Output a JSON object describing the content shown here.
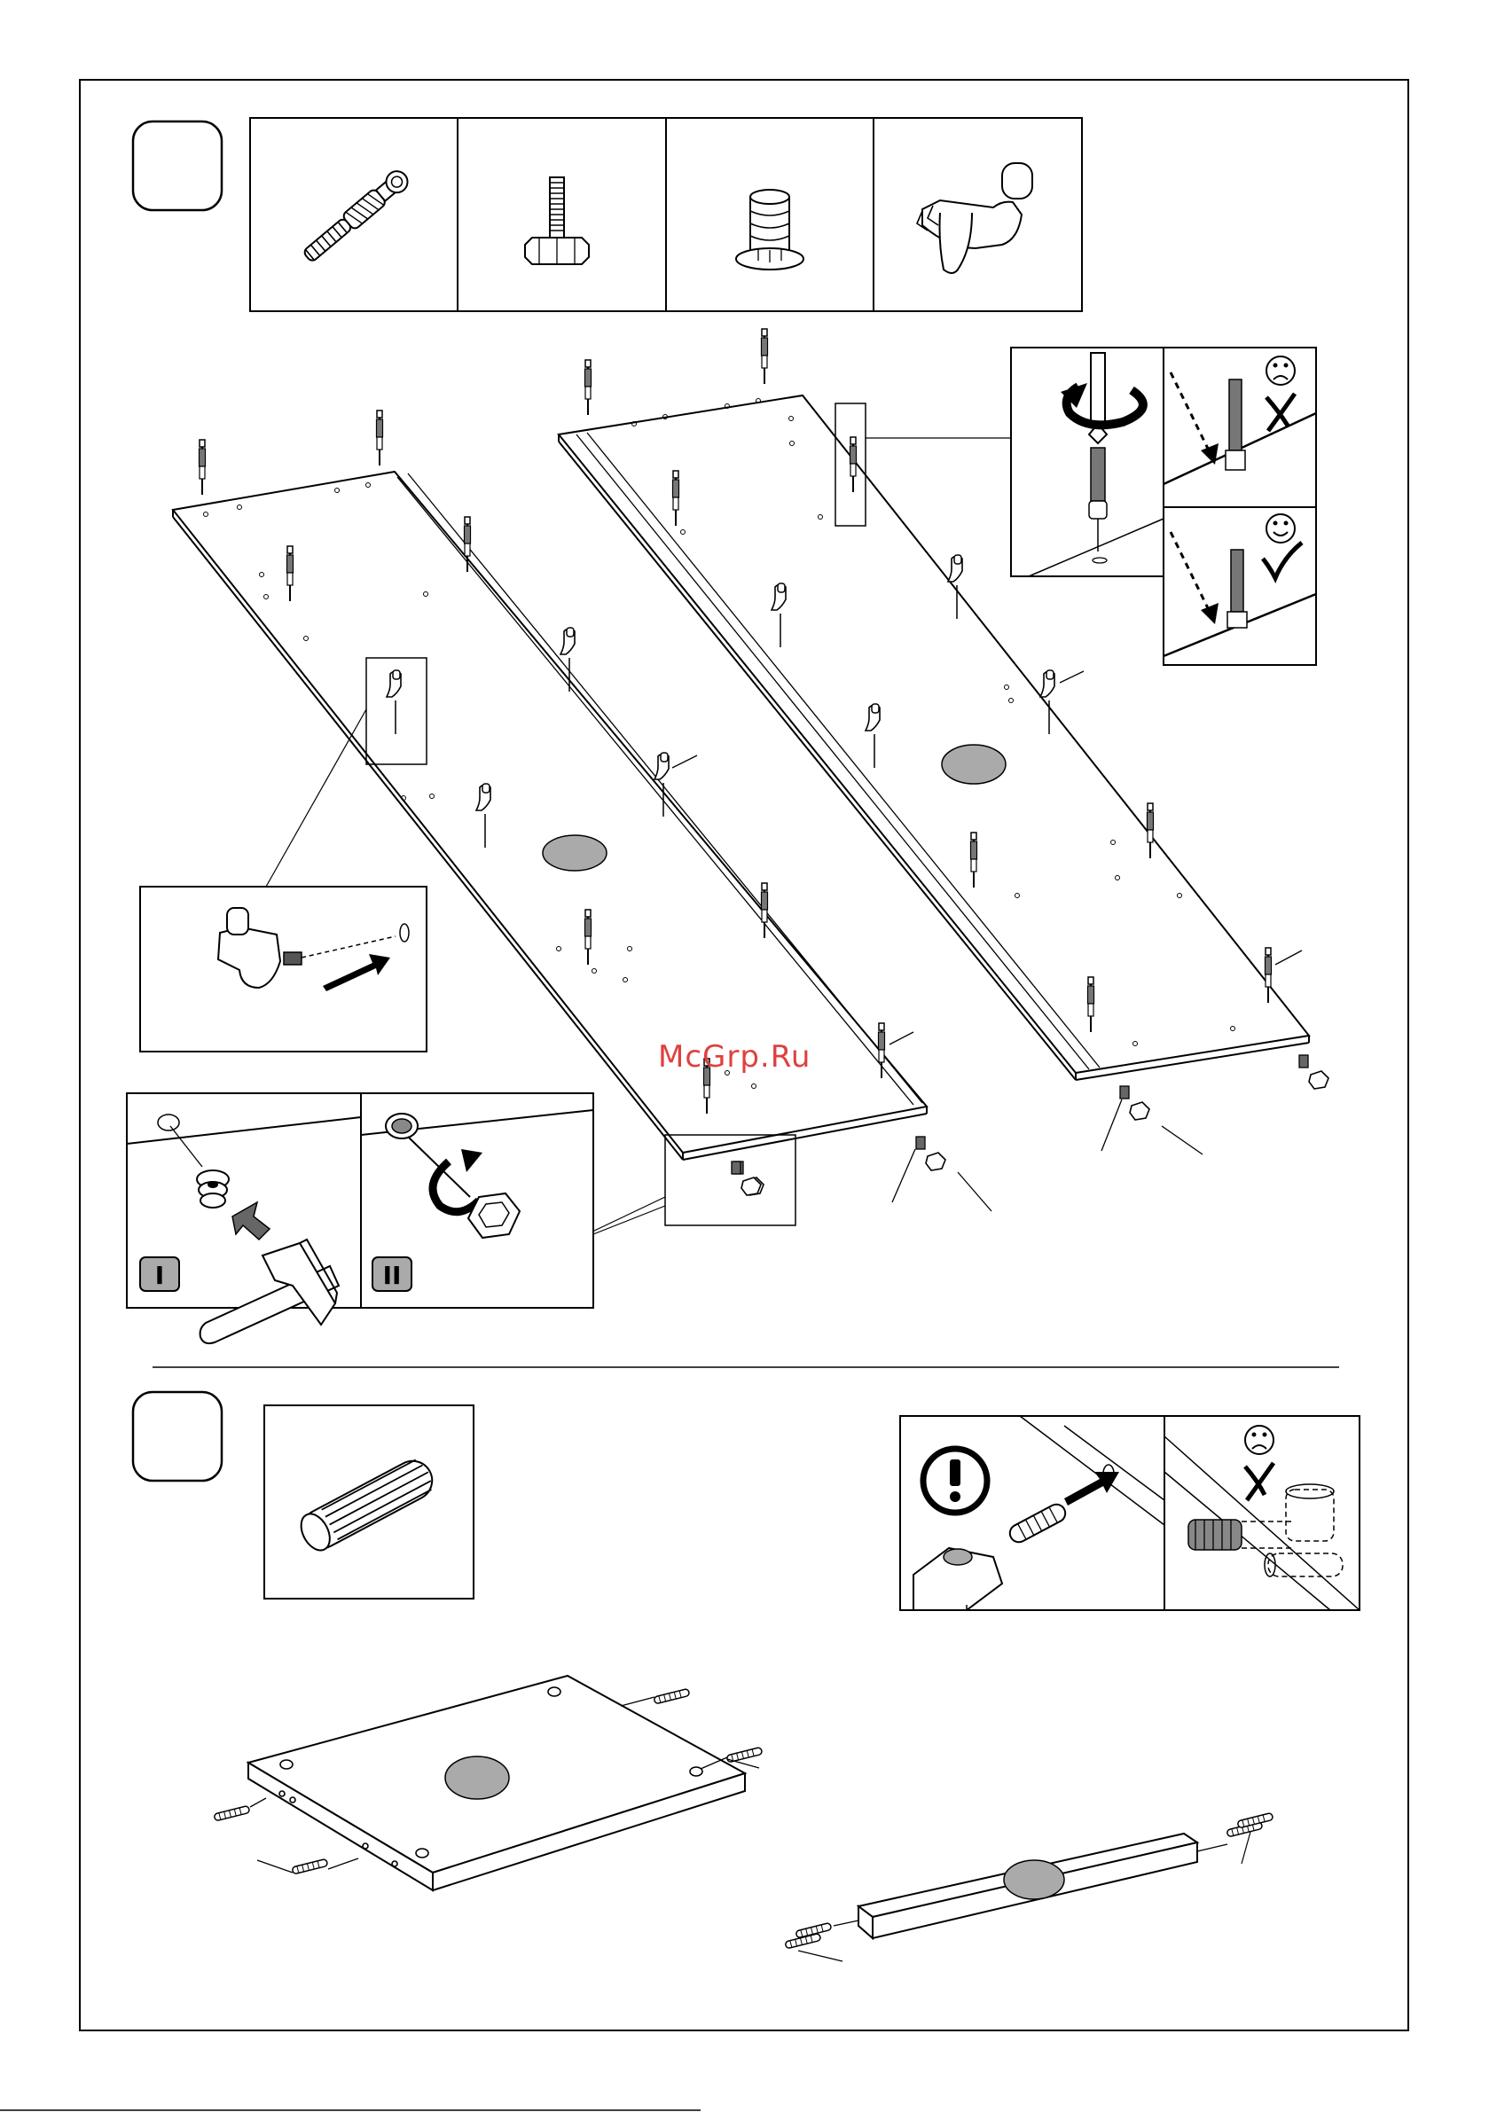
{
  "watermark": {
    "text": "McGrp.Ru"
  },
  "step_labels": [
    "I",
    "II"
  ],
  "icons": {
    "sad_face": "sad-face-icon",
    "happy_face": "happy-face-icon",
    "cross_mark": "cross-mark-icon",
    "check_mark": "check-mark-icon",
    "warning": "exclamation-icon",
    "rotate": "rotate-arrow-icon",
    "hammer": "hammer-icon"
  },
  "colors": {
    "line": "#000000",
    "label_fill": "#aaaaaa",
    "watermark": "#e04040"
  }
}
